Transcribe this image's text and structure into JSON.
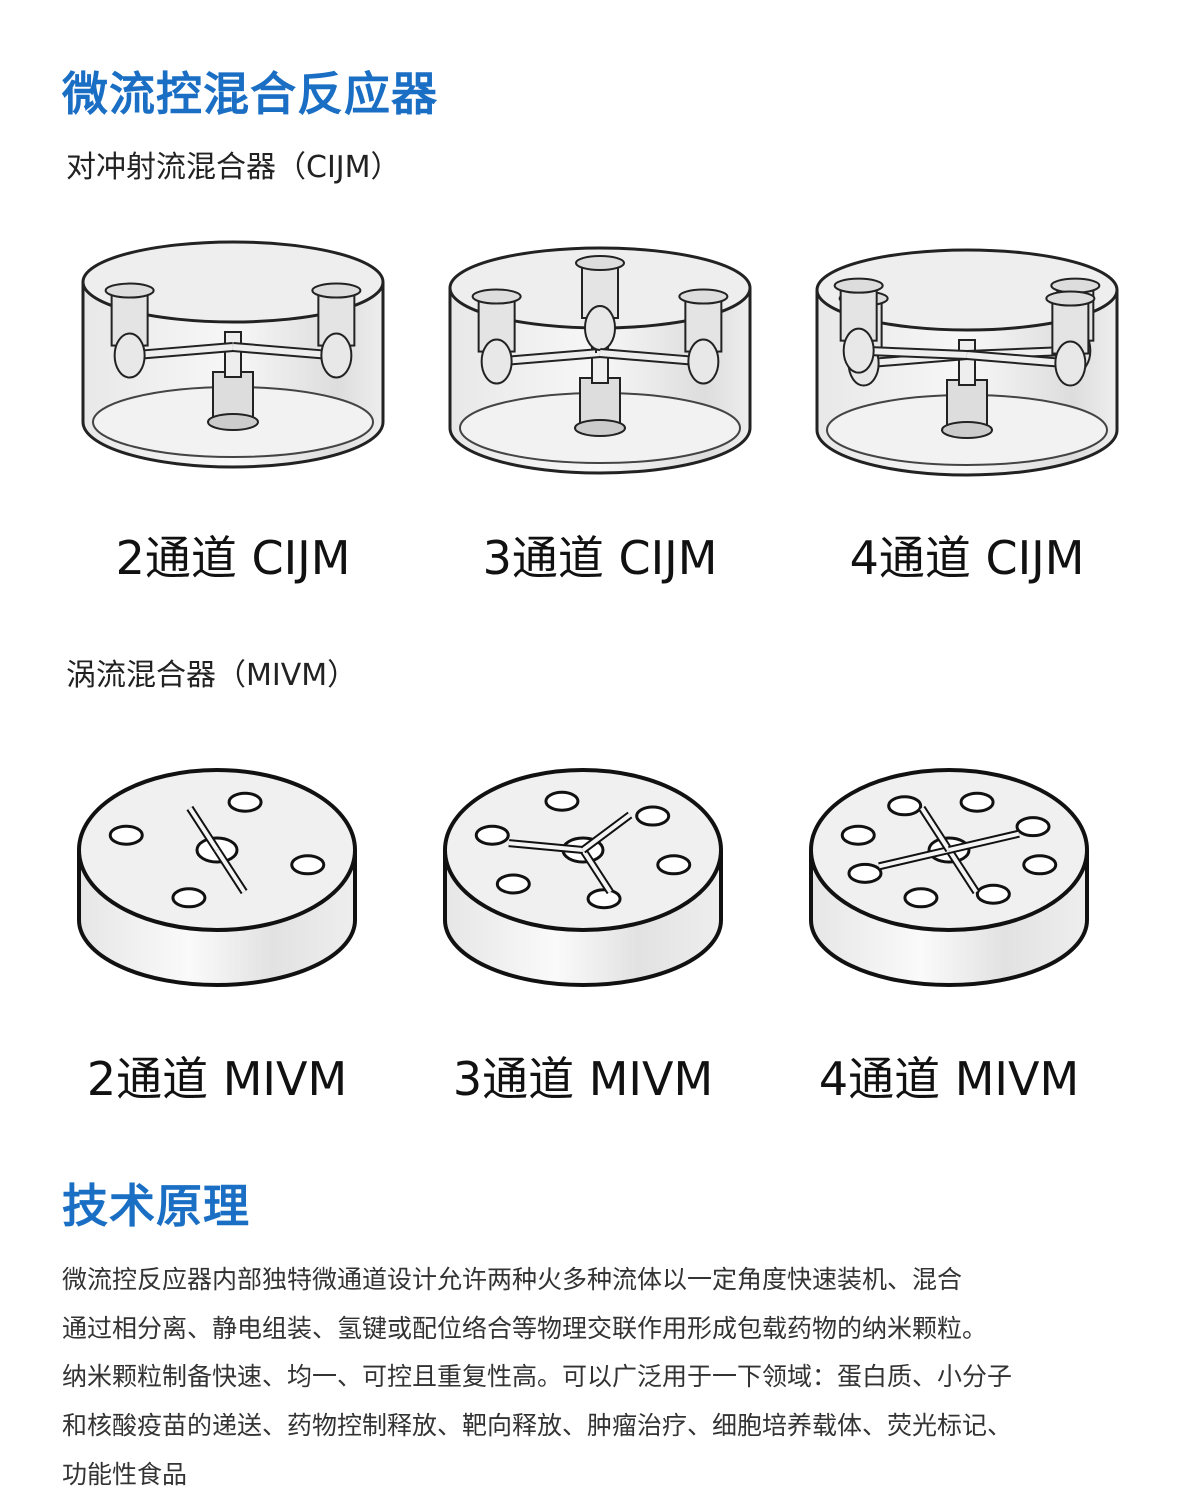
{
  "title": "微流控混合反应器",
  "cijm": {
    "subtitle": "对冲射流混合器（CIJM）",
    "items": [
      {
        "label": "2通道 CIJM",
        "channels": 2
      },
      {
        "label": "3通道 CIJM",
        "channels": 3
      },
      {
        "label": "4通道 CIJM",
        "channels": 4
      }
    ]
  },
  "mivm": {
    "subtitle": "涡流混合器（MIVM）",
    "items": [
      {
        "label": "2通道 MIVM",
        "channels": 2
      },
      {
        "label": "3通道 MIVM",
        "channels": 3
      },
      {
        "label": "4通道 MIVM",
        "channels": 4
      }
    ]
  },
  "principle": {
    "heading": "技术原理",
    "lines": [
      "微流控反应器内部独特微通道设计允许两种火多种流体以一定角度快速装机、混合",
      "通过相分离、静电组装、氢键或配位络合等物理交联作用形成包载药物的纳米颗粒。",
      "纳米颗粒制备快速、均一、可控且重复性高。可以广泛用于一下领域：蛋白质、小分子",
      "和核酸疫苗的递送、药物控制释放、靶向释放、肿瘤治疗、细胞培养载体、荧光标记、",
      "功能性食品"
    ]
  },
  "colors": {
    "accent": "#1a6fc4"
  }
}
